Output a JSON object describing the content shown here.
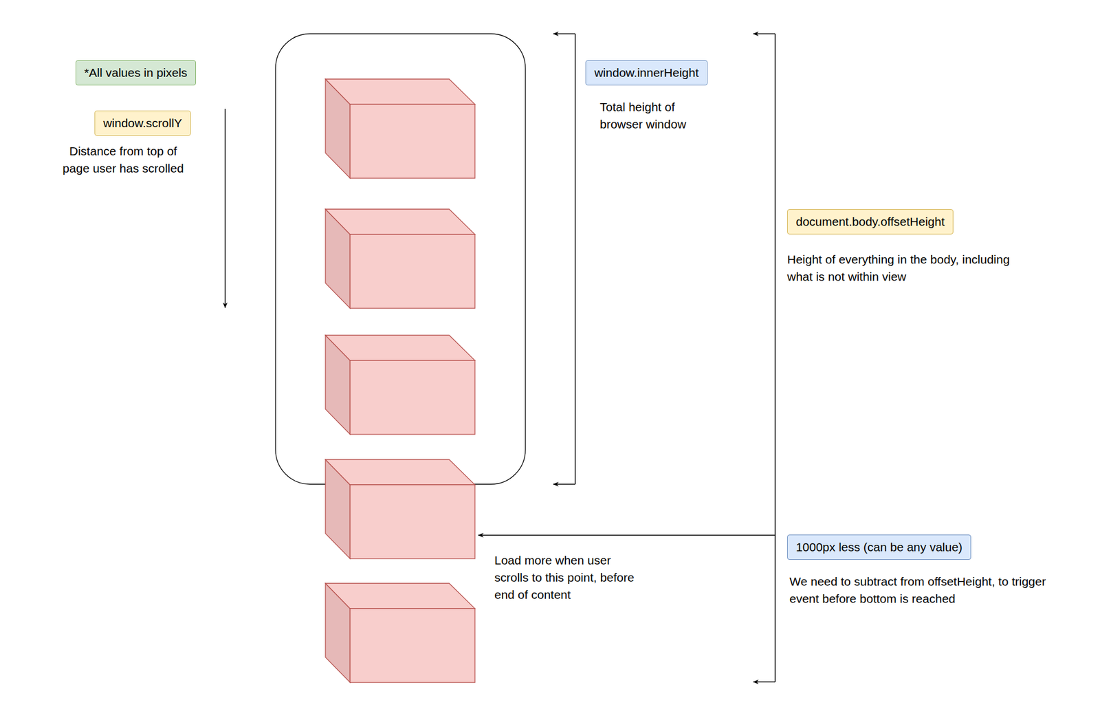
{
  "diagram": {
    "nodes": [
      {
        "text": [
          "*All values in pixels"
        ]
      },
      {
        "text": [
          "window.scrollY"
        ]
      },
      {
        "text": [
          "window.innerHeight"
        ]
      },
      {
        "text": [
          "document.body.offsetHeight"
        ]
      },
      {
        "text": [
          "1000px less (can be any value)"
        ]
      }
    ],
    "labels": [
      "Distance from top of page user has scrolled",
      "Total height of browser window",
      "Height of everything in the body, including what is not within view",
      "Load more when user scrolls to this point, before end of content",
      "We need to subtract from offsetHeight, to trigger event before bottom is reached"
    ]
  }
}
